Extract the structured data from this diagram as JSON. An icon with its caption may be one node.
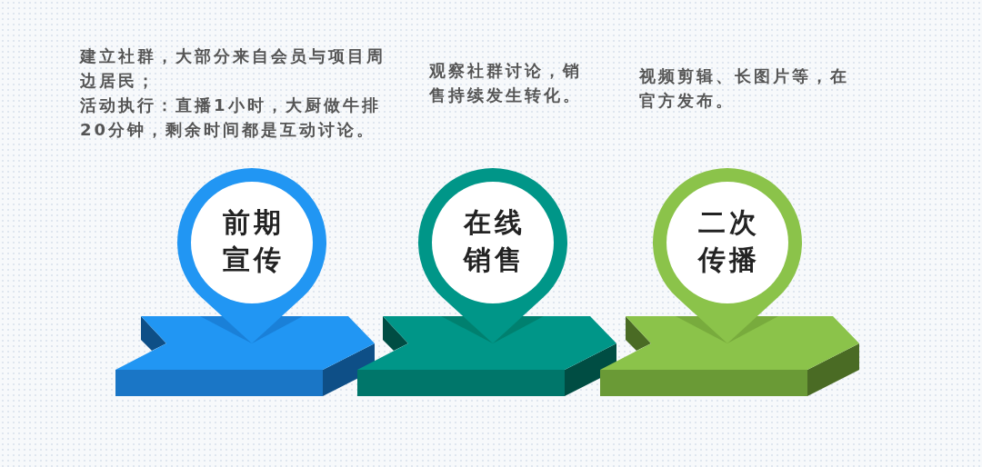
{
  "diagram": {
    "nodes": [
      {
        "text": [
          "前期宣传"
        ],
        "beside": [
          "建立社群，大部分来自会员与项目周边居民；",
          "活动执行：直播1小时，大厨做牛排20分钟，剩余时间都是互动讨论。"
        ]
      },
      {
        "text": [
          "在线销售"
        ],
        "beside": [
          "观察社群讨论，销售持续发生转化。"
        ]
      },
      {
        "text": [
          "二次传播"
        ],
        "beside": [
          "视频剪辑、长图片等，在官方发布。"
        ]
      }
    ]
  }
}
